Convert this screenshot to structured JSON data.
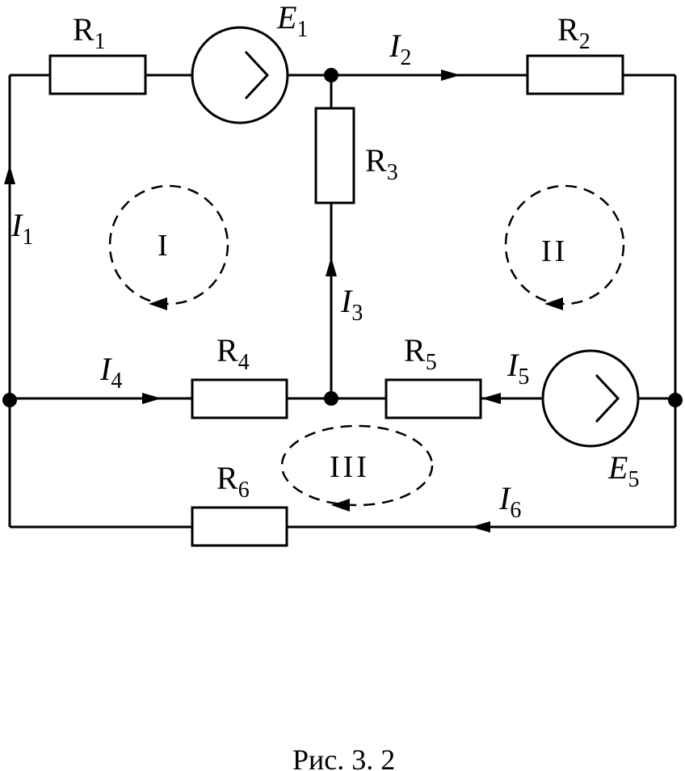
{
  "resistors": {
    "r1": {
      "letter": "R",
      "index": "1"
    },
    "r2": {
      "letter": "R",
      "index": "2"
    },
    "r3": {
      "letter": "R",
      "index": "3"
    },
    "r4": {
      "letter": "R",
      "index": "4"
    },
    "r5": {
      "letter": "R",
      "index": "5"
    },
    "r6": {
      "letter": "R",
      "index": "6"
    }
  },
  "sources": {
    "e1": {
      "letter": "E",
      "index": "1"
    },
    "e5": {
      "letter": "E",
      "index": "5"
    }
  },
  "currents": {
    "i1": {
      "letter": "I",
      "index": "1"
    },
    "i2": {
      "letter": "I",
      "index": "2"
    },
    "i3": {
      "letter": "I",
      "index": "3"
    },
    "i4": {
      "letter": "I",
      "index": "4"
    },
    "i5": {
      "letter": "I",
      "index": "5"
    },
    "i6": {
      "letter": "I",
      "index": "6"
    }
  },
  "loops": {
    "loop1": "I",
    "loop2": "II",
    "loop3": "III"
  },
  "caption": "Рис. 3. 2"
}
